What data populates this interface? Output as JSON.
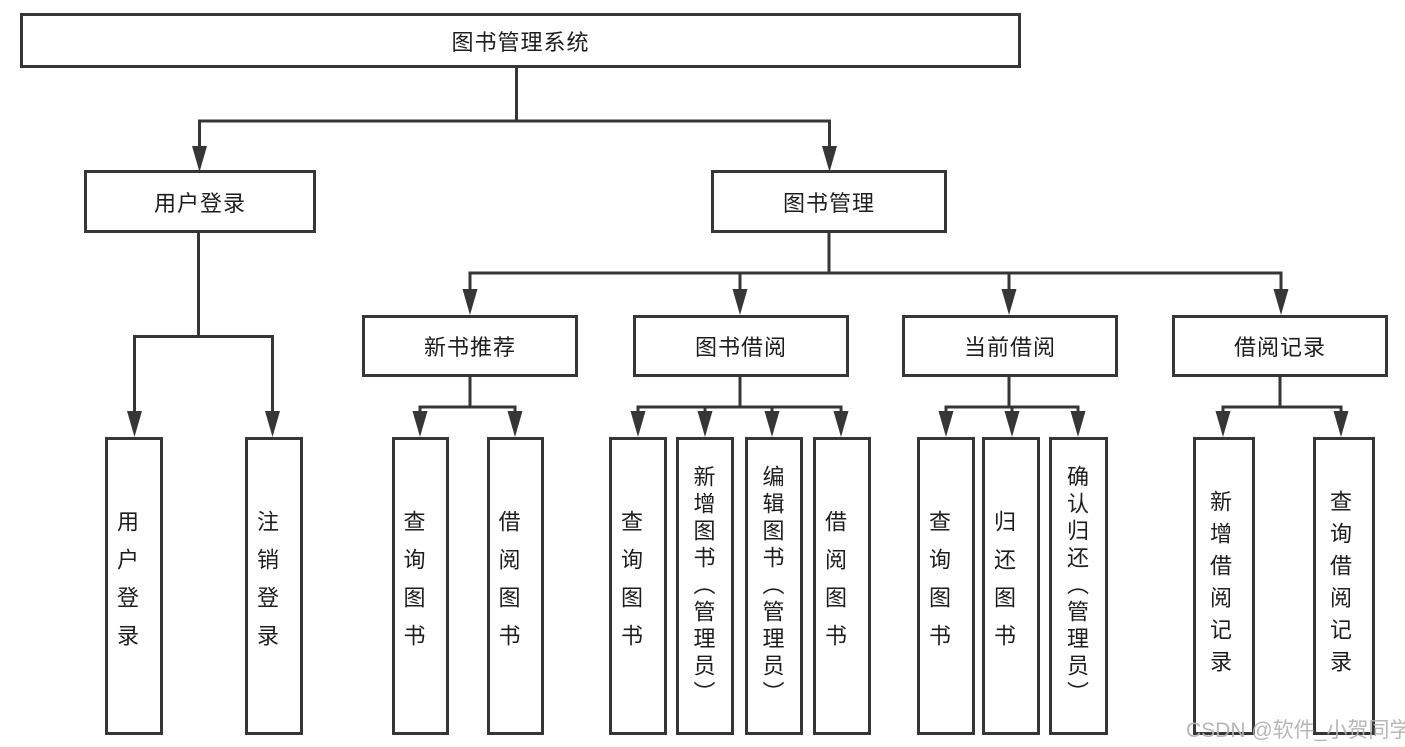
{
  "diagram": {
    "root": {
      "label": "图书管理系统"
    },
    "level2": {
      "user_login": {
        "label": "用户登录"
      },
      "book_mgmt": {
        "label": "图书管理"
      }
    },
    "level3": {
      "new_books": {
        "label": "新书推荐"
      },
      "book_borrow": {
        "label": "图书借阅"
      },
      "current_borrow": {
        "label": "当前借阅"
      },
      "borrow_records": {
        "label": "借阅记录"
      }
    },
    "leaves": {
      "user_login": [
        {
          "label": "用户登录"
        },
        {
          "label": "注销登录"
        }
      ],
      "new_books": [
        {
          "label": "查询图书"
        },
        {
          "label": "借阅图书"
        }
      ],
      "book_borrow": [
        {
          "label": "查询图书"
        },
        {
          "label": "新增图书（管理员）"
        },
        {
          "label": "编辑图书（管理员）"
        },
        {
          "label": "借阅图书"
        }
      ],
      "current_borrow": [
        {
          "label": "查询图书"
        },
        {
          "label": "归还图书"
        },
        {
          "label": "确认归还（管理员）"
        }
      ],
      "borrow_records": [
        {
          "label": "新增借阅记录"
        },
        {
          "label": "查询借阅记录"
        }
      ]
    }
  },
  "watermark": "CSDN @软件_小贺同学",
  "colors": {
    "line": "#363636",
    "text": "#1d1d1d",
    "watermark": "#b4b4b4",
    "background": "#ffffff"
  }
}
